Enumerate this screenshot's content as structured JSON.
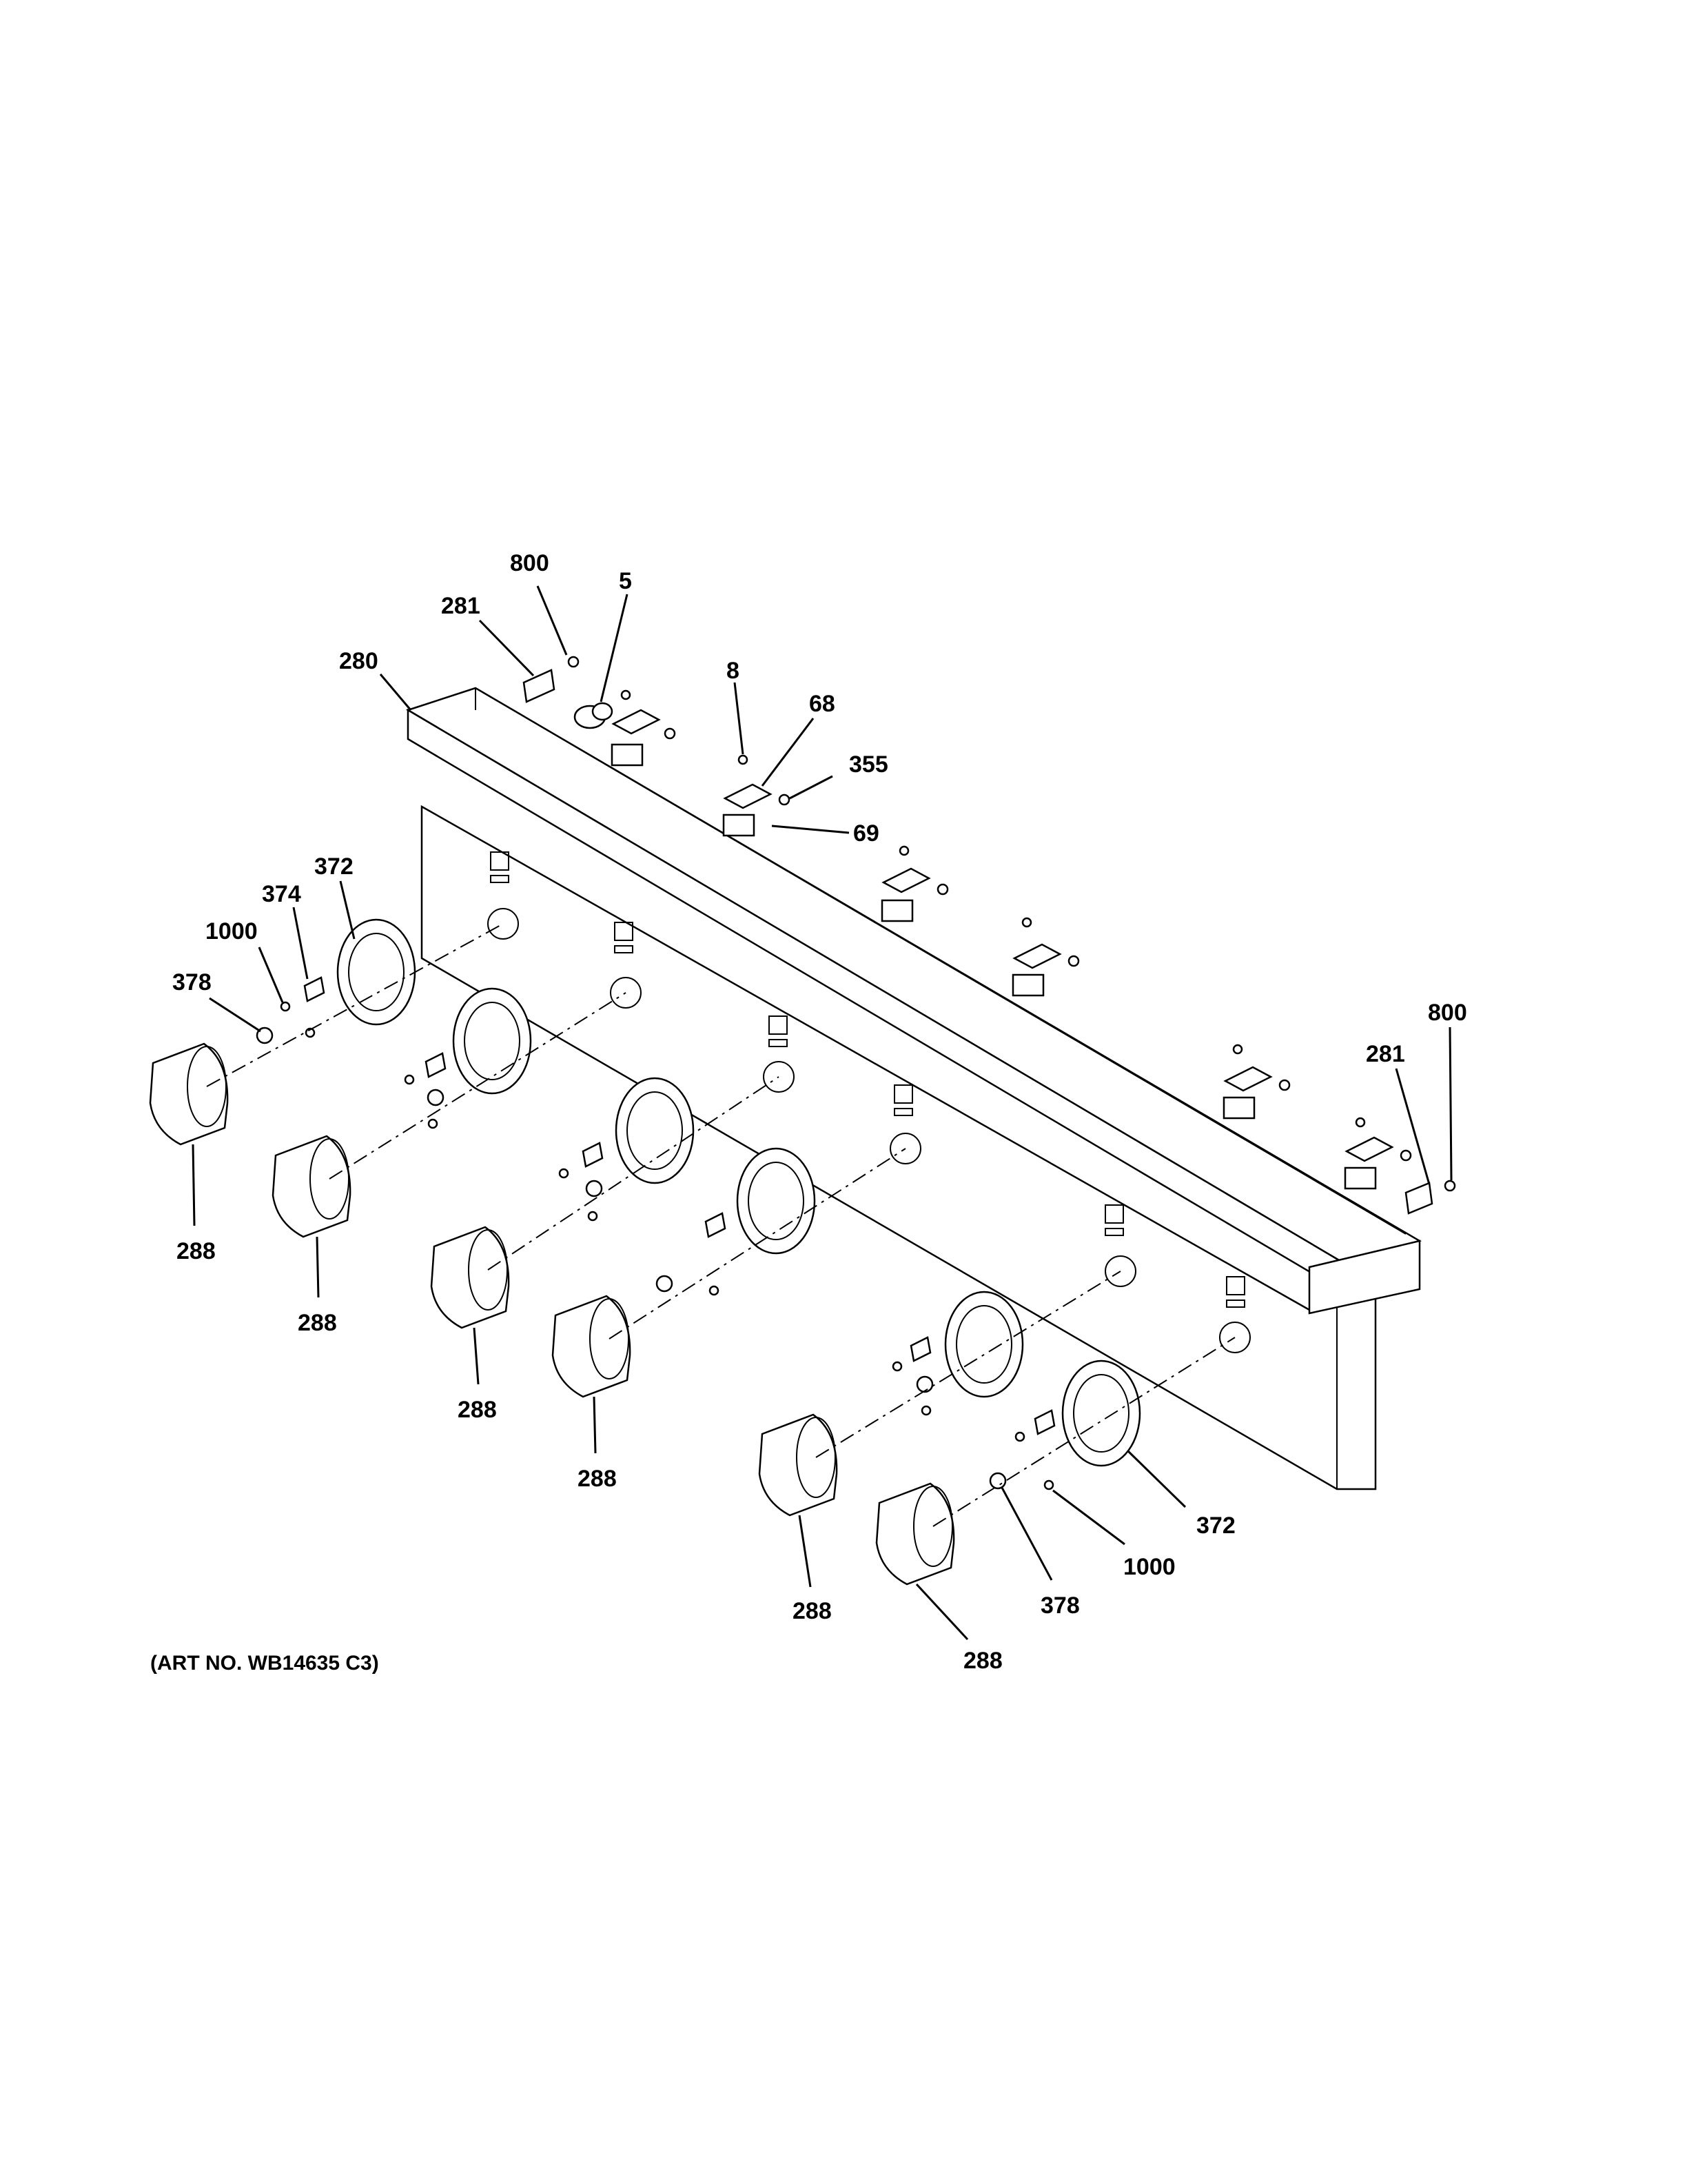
{
  "diagram": {
    "art_number": "(ART NO. WB14635 C3)",
    "callouts": {
      "c800a": "800",
      "c281a": "281",
      "c5": "5",
      "c280": "280",
      "c8": "8",
      "c68": "68",
      "c355": "355",
      "c69": "69",
      "c372a": "372",
      "c374": "374",
      "c1000a": "1000",
      "c378a": "378",
      "c800b": "800",
      "c281b": "281",
      "c288a": "288",
      "c288b": "288",
      "c288c": "288",
      "c288d": "288",
      "c288e": "288",
      "c288f": "288",
      "c372b": "372",
      "c1000b": "1000",
      "c378b": "378"
    }
  }
}
